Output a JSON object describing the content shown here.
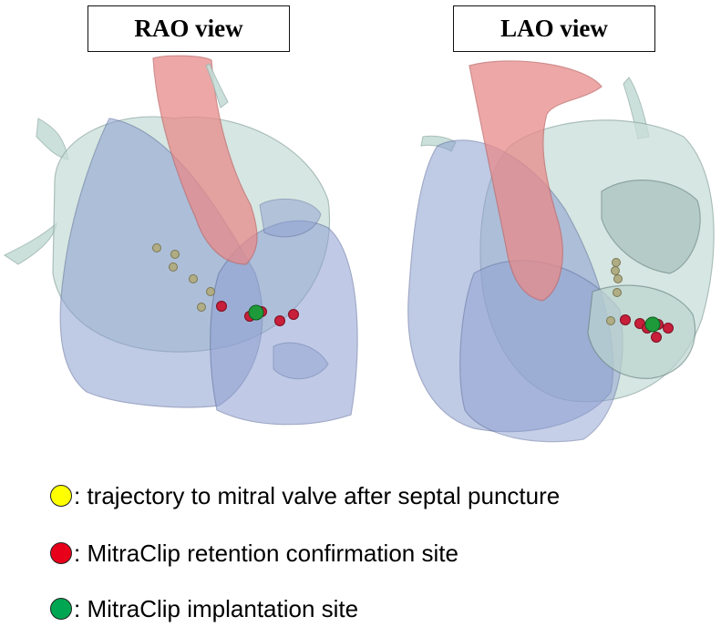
{
  "views": {
    "rao": {
      "label": "RAO view"
    },
    "lao": {
      "label": "LAO view"
    }
  },
  "legend": [
    {
      "label": ": trajectory to mitral valve after septal puncture",
      "color": "#ffff00",
      "icon": "yellow-circle-icon"
    },
    {
      "label": ": MitraClip retention confirmation site",
      "color": "#e8001a",
      "icon": "red-circle-icon"
    },
    {
      "label": ": MitraClip implantation site",
      "color": "#00a651",
      "icon": "green-circle-icon"
    }
  ],
  "colors": {
    "aorta": "#e88a8a",
    "atrium": "#a9c7c1",
    "ventricle": "#7f93c7",
    "trajectory": "#b0ac84",
    "retention": "#c81f3a",
    "implantation": "#1f9a3a"
  }
}
